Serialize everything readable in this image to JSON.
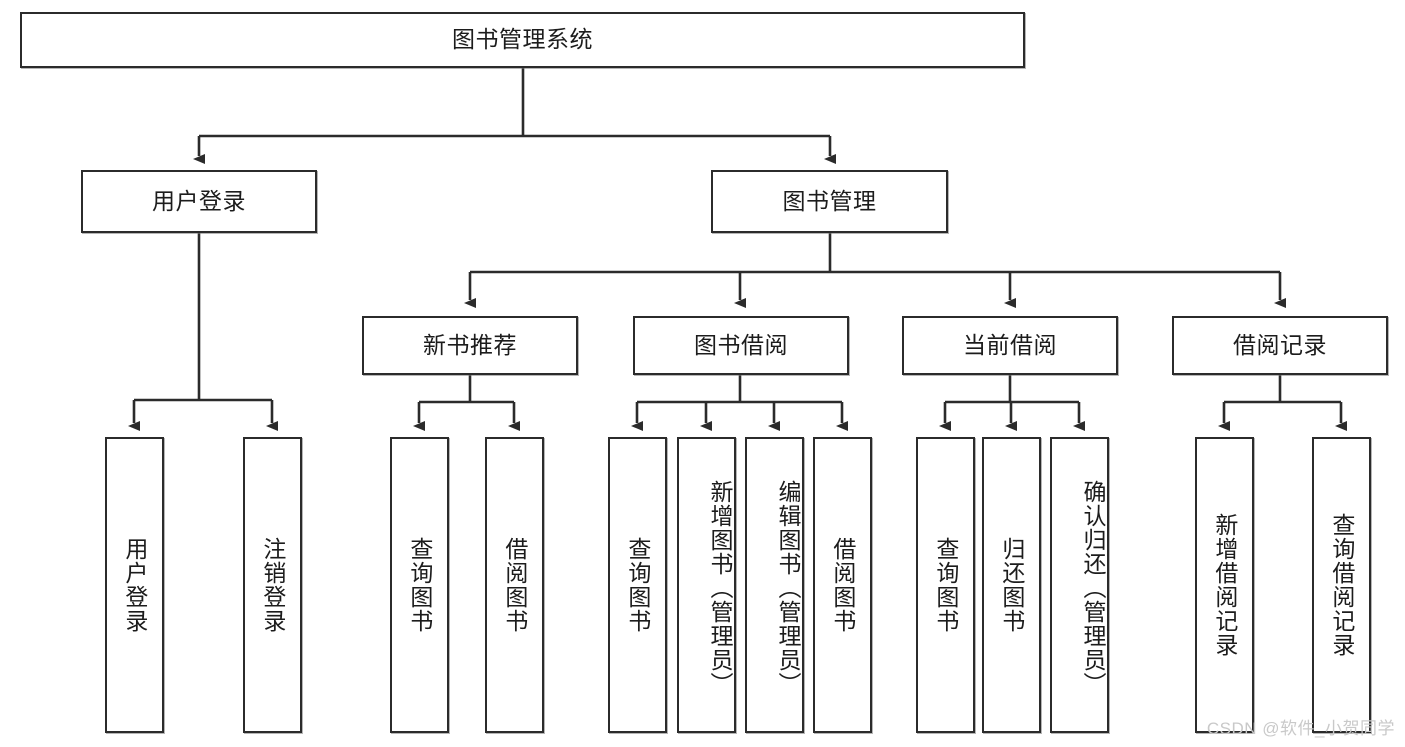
{
  "diagram": {
    "title_node": {
      "label": "图书管理系统"
    },
    "level2": [
      {
        "id": "user-login",
        "label": "用户登录"
      },
      {
        "id": "book-management",
        "label": "图书管理"
      }
    ],
    "level3": [
      {
        "id": "new-book-recommend",
        "label": "新书推荐"
      },
      {
        "id": "book-borrow",
        "label": "图书借阅"
      },
      {
        "id": "current-borrow",
        "label": "当前借阅"
      },
      {
        "id": "borrow-record",
        "label": "借阅记录"
      }
    ],
    "leaves": {
      "user_login": [
        {
          "id": "leaf-user-login",
          "label": "用户登录"
        },
        {
          "id": "leaf-logout-login",
          "label": "注销登录"
        }
      ],
      "new_book_recommend": [
        {
          "id": "leaf-query-book-1",
          "label": "查询图书"
        },
        {
          "id": "leaf-borrow-book-1",
          "label": "借阅图书"
        }
      ],
      "book_borrow": [
        {
          "id": "leaf-query-book-2",
          "label": "查询图书"
        },
        {
          "id": "leaf-add-book",
          "label": "新增图书（管理员）"
        },
        {
          "id": "leaf-edit-book",
          "label": "编辑图书（管理员）"
        },
        {
          "id": "leaf-borrow-book-2",
          "label": "借阅图书"
        }
      ],
      "current_borrow": [
        {
          "id": "leaf-query-book-3",
          "label": "查询图书"
        },
        {
          "id": "leaf-return-book",
          "label": "归还图书"
        },
        {
          "id": "leaf-confirm-return",
          "label": "确认归还（管理员）"
        }
      ],
      "borrow_record": [
        {
          "id": "leaf-add-record",
          "label": "新增借阅记录"
        },
        {
          "id": "leaf-query-record",
          "label": "查询借阅记录"
        }
      ]
    },
    "watermark": "CSDN @软件_小贺同学",
    "colors": {
      "stroke": "#2b2b2b",
      "fill": "#ffffff",
      "text": "#1c1c1c",
      "watermark": "#c9c9c9"
    }
  }
}
